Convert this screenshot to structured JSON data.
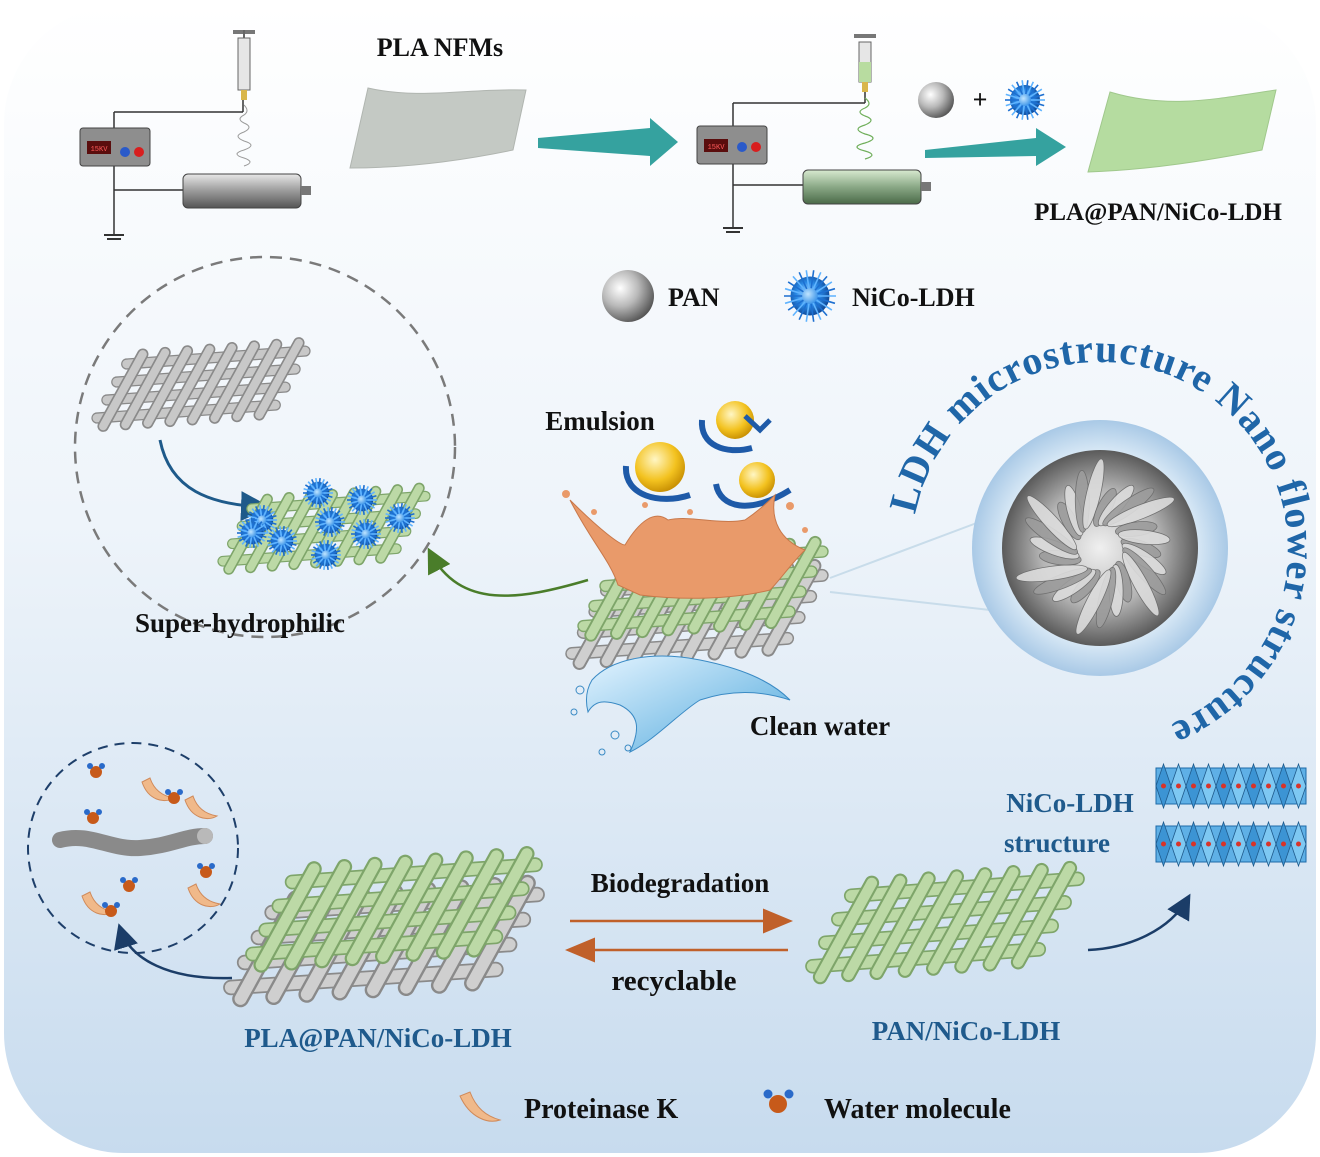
{
  "top_row": {
    "pla_nfms_label": "PLA NFMs",
    "product_label": "PLA@PAN/NiCo-LDH",
    "plus_sign": "+",
    "voltage_readout_1": "15KV",
    "voltage_readout_2": "15KV"
  },
  "legend_top": {
    "pan_label": "PAN",
    "ldh_label": "NiCo-LDH"
  },
  "middle": {
    "super_hydrophilic_label": "Super-hydrophilic",
    "emulsion_label": "Emulsion",
    "clean_water_label": "Clean water",
    "ring_text": "LDH microstructure  Nano flower structure"
  },
  "bottom": {
    "biodegradation_label": "Biodegradation",
    "recyclable_label": "recyclable",
    "left_membrane_label": "PLA@PAN/NiCo-LDH",
    "right_membrane_label": "PAN/NiCo-LDH",
    "ldh_structure_line1": "NiCo-LDH",
    "ldh_structure_line2": "structure"
  },
  "legend_bottom": {
    "proteinase_label": "Proteinase K",
    "water_label": "Water molecule"
  },
  "colors": {
    "teal_arrow": "#2a9d9a",
    "blue_text": "#1f5a8c",
    "bio_arrow": "#c0602a",
    "green_fiber": "#b9d9a3",
    "gray_fiber": "#c9c9c9",
    "ldh_blue": "#2a7fd6",
    "emulsion": "#e99a6a"
  }
}
